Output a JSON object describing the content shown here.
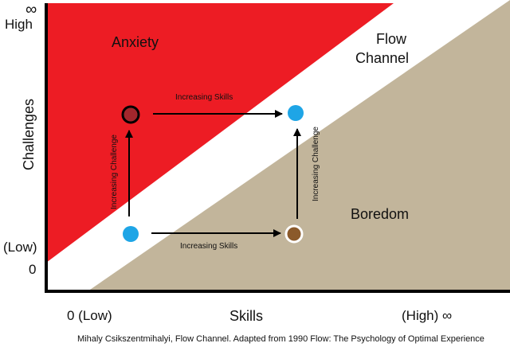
{
  "y_axis": {
    "title": "Challenges",
    "tick_infinity": "∞",
    "tick_high": "High",
    "tick_low": "(Low)",
    "tick_zero": "0"
  },
  "x_axis": {
    "title": "Skills",
    "tick_low": "0 (Low)",
    "tick_high": "(High) ∞"
  },
  "regions": {
    "anxiety": "Anxiety",
    "flow_line1": "Flow",
    "flow_line2": "Channel",
    "boredom": "Boredom"
  },
  "arrows": {
    "top_horizontal": "Increasing Skills",
    "bottom_horizontal": "Increasing Skills",
    "left_vertical": "Increasing Challenge",
    "right_vertical": "Increasing Challenge"
  },
  "caption": "Mihaly Csikszentmihalyi, Flow Channel. Adapted from 1990  Flow: The Psychology of Optimal Experience",
  "colors": {
    "anxiety": "#ed1c24",
    "flow": "#ffffff",
    "boredom": "#c2b59b",
    "axis": "#000000",
    "dot_blue": "#1ea5e6",
    "dot_red": "#a3262c",
    "dot_brown": "#8b5a2b"
  }
}
